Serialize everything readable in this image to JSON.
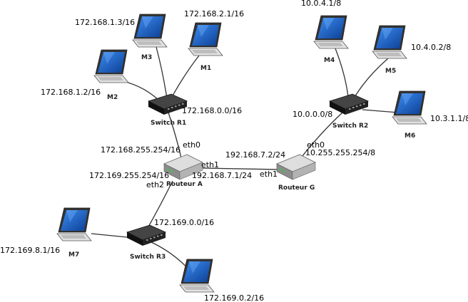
{
  "links": [
    {
      "from": "M3",
      "to": "R1"
    },
    {
      "from": "M1",
      "to": "R1"
    },
    {
      "from": "M2",
      "to": "R1"
    },
    {
      "from": "R1",
      "to": "RA"
    },
    {
      "from": "RA",
      "to": "RG"
    },
    {
      "from": "RA",
      "to": "R3"
    },
    {
      "from": "M7",
      "to": "R3"
    },
    {
      "from": "P0",
      "to": "R3"
    },
    {
      "from": "RG",
      "to": "R2"
    },
    {
      "from": "M4",
      "to": "R2"
    },
    {
      "from": "M5",
      "to": "R2"
    },
    {
      "from": "M6",
      "to": "R2"
    }
  ],
  "laptops": [
    {
      "id": "M3",
      "label": "M3",
      "ip": "172.168.1.3/16"
    },
    {
      "id": "M1",
      "label": "M1",
      "ip": "172.168.2.1/16"
    },
    {
      "id": "M2",
      "label": "M2",
      "ip": "172.168.1.2/16"
    },
    {
      "id": "M4",
      "label": "M4",
      "ip": "10.0.4.1/8"
    },
    {
      "id": "M5",
      "label": "M5",
      "ip": "10.4.0.2/8"
    },
    {
      "id": "M6",
      "label": "M6",
      "ip": "10.3.1.1/8"
    },
    {
      "id": "M7",
      "label": "M7",
      "ip": "172.169.8.1/16"
    },
    {
      "id": "P0",
      "label": "",
      "ip": "172.169.0.2/16"
    }
  ],
  "switches": [
    {
      "id": "R1",
      "label": "Switch R1",
      "net": "172.168.0.0/16"
    },
    {
      "id": "R2",
      "label": "Switch R2",
      "net": "10.0.0.0/8"
    },
    {
      "id": "R3",
      "label": "Switch R3",
      "net": "172.169.0.0/16"
    }
  ],
  "routers": [
    {
      "id": "RA",
      "label": "Routeur A"
    },
    {
      "id": "RG",
      "label": "Routeur G"
    }
  ],
  "interfaces": {
    "ra_eth0_name": "eth0",
    "ra_eth0_ip": "172.168.255.254/16",
    "ra_eth1_name": "eth1",
    "ra_eth1_ip": "192.168.7.1/24",
    "ra_eth2_name": "eth2",
    "ra_eth2_ip": "172.169.255.254/16",
    "rg_eth1_name": "eth1",
    "rg_eth1_ip": "192.168.7.2/24",
    "rg_eth0_name": "eth0",
    "rg_eth0_ip": "10.255.255.254/8"
  },
  "colors": {
    "screen": "#1e6fd9",
    "screen_dark": "#0b3d8c",
    "laptop_body": "#d6d6d6",
    "switch_body": "#1c1c1c",
    "router_body": "#cfcfcf",
    "led": "#2ecc40"
  }
}
